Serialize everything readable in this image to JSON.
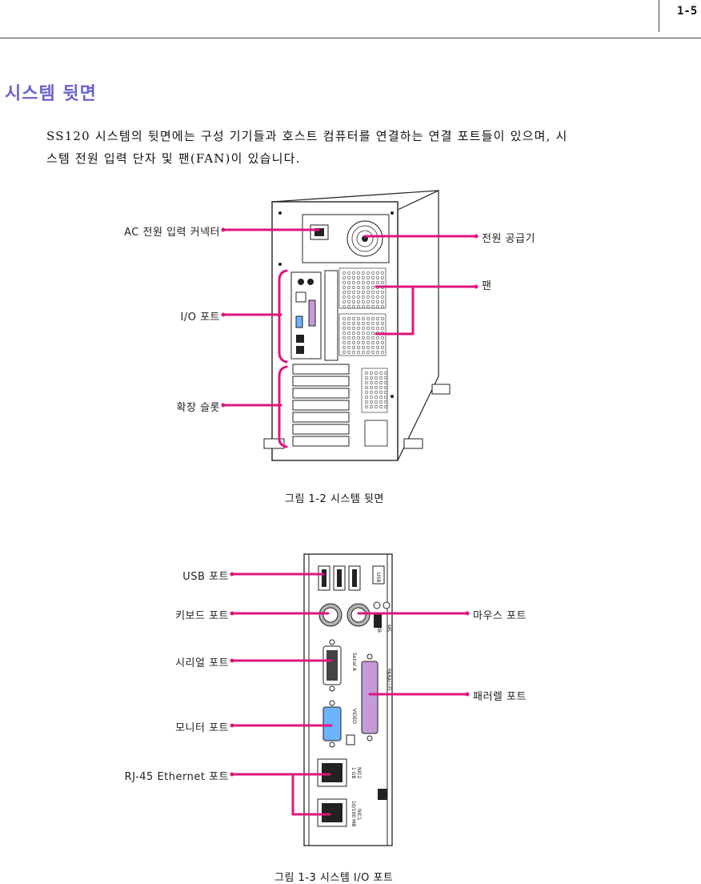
{
  "header": {
    "page_number": "1-5"
  },
  "section": {
    "title": "시스템 뒷면",
    "paragraph_line1": "SS120 시스템의 뒷면에는 구성 기기들과 호스트 컴퓨터를 연결하는 연결 포트들이 있으며, 시",
    "paragraph_line2": "스템 전원 입력 단자 및 팬(FAN)이 있습니다."
  },
  "figure1": {
    "caption": "그림 1-2  시스템 뒷면",
    "labels": {
      "ac_connector": "AC 전원 입력 커넥터",
      "io_port": "I/O 포트",
      "expansion_slot": "확장 슬롯",
      "power_supply": "전원 공급기",
      "fan": "팬"
    }
  },
  "figure2": {
    "caption": "그림 1-3  시스템 I/O 포트",
    "labels": {
      "usb": "USB 포트",
      "keyboard": "키보드 포트",
      "serial": "시리얼 포트",
      "monitor": "모니터 포트",
      "rj45": "RJ-45 Ethernet 포트",
      "mouse": "마우스 포트",
      "parallel": "패러렐 포트"
    },
    "panel_text": {
      "usb": "USB",
      "ms": "MS",
      "kb": "KB",
      "serial_a": "Serial A",
      "parallel": "PARALLEL",
      "video": "VIDEO",
      "nic2": "NIC2",
      "nic2_speed": "1 GB",
      "nic1": "NIC1",
      "nic1_speed": "10/100 MB"
    }
  },
  "colors": {
    "accent": "#6b63c9",
    "callout": "#e0147d"
  }
}
